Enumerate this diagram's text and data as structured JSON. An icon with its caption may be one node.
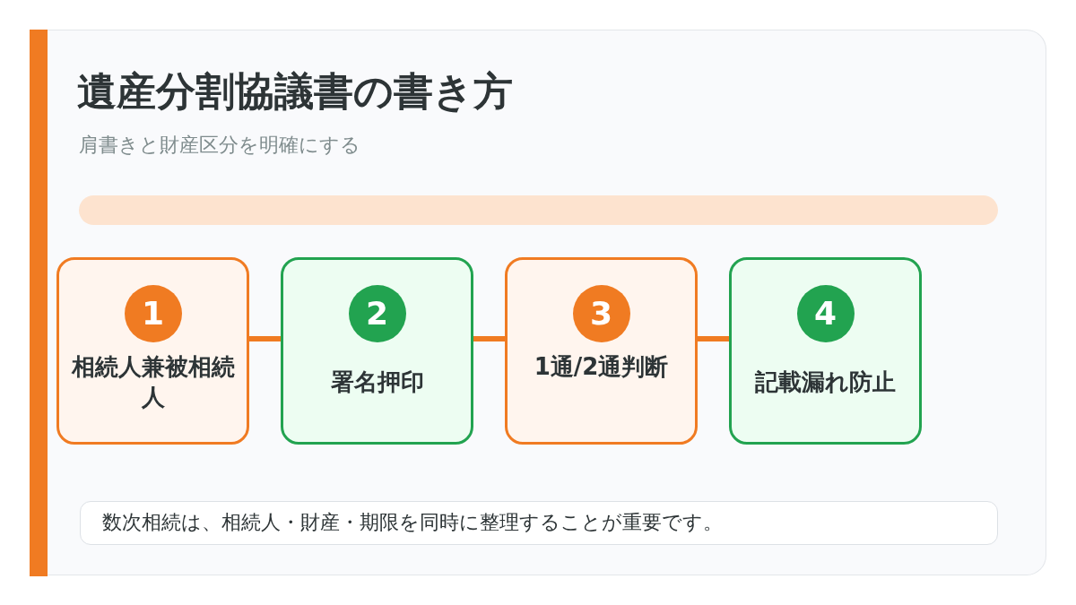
{
  "diagram": {
    "title": "遺産分割協議書の書き方",
    "caption": "肩書きと財産区分を明確にする",
    "nodes": [
      {
        "text": [
          "1",
          "相続人兼被相続人"
        ]
      },
      {
        "text": [
          "2",
          "署名押印"
        ]
      },
      {
        "text": [
          "3",
          "1通/2通判断"
        ]
      },
      {
        "text": [
          "4",
          "記載漏れ防止"
        ]
      },
      {
        "text": [
          "数次相続は、相続人・財産・期限を同時に整理することが重要です。"
        ]
      }
    ],
    "edges": [
      {
        "from": 0,
        "to": 1,
        "arrow": "none"
      },
      {
        "from": 1,
        "to": 2,
        "arrow": "none"
      },
      {
        "from": 2,
        "to": 3,
        "arrow": "none"
      }
    ]
  }
}
